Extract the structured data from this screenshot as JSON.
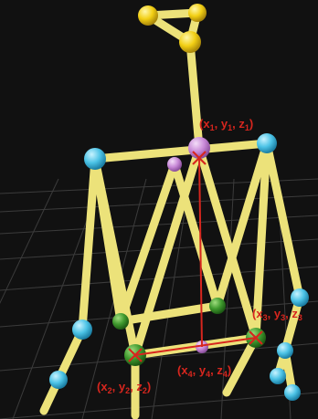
{
  "colors": {
    "background": "#111111",
    "grid": "#4a4a4a",
    "rod": "#ece27a",
    "rod_edge": "#b9ad3c",
    "joint_yellow": "#f2cf14",
    "joint_cyan": "#4cc3e6",
    "joint_purple": "#c98ad8",
    "joint_green": "#3f9a2e",
    "annotation_red": "#d7261e"
  },
  "annotations": {
    "p1": {
      "x": "x",
      "x_sub": "1",
      "y": "y",
      "y_sub": "1",
      "z": "z",
      "z_sub": "1"
    },
    "p2": {
      "x": "x",
      "x_sub": "2",
      "y": "y",
      "y_sub": "2",
      "z": "z",
      "z_sub": "2"
    },
    "p3": {
      "x": "x",
      "x_sub": "3",
      "y": "y",
      "y_sub": "3",
      "z": "z",
      "z_sub": "3"
    },
    "p4": {
      "x": "x",
      "x_sub": "4",
      "y": "y",
      "y_sub": "4",
      "z": "z",
      "z_sub": "4"
    }
  },
  "markers": {
    "cross_icon": "x-mark-icon"
  }
}
